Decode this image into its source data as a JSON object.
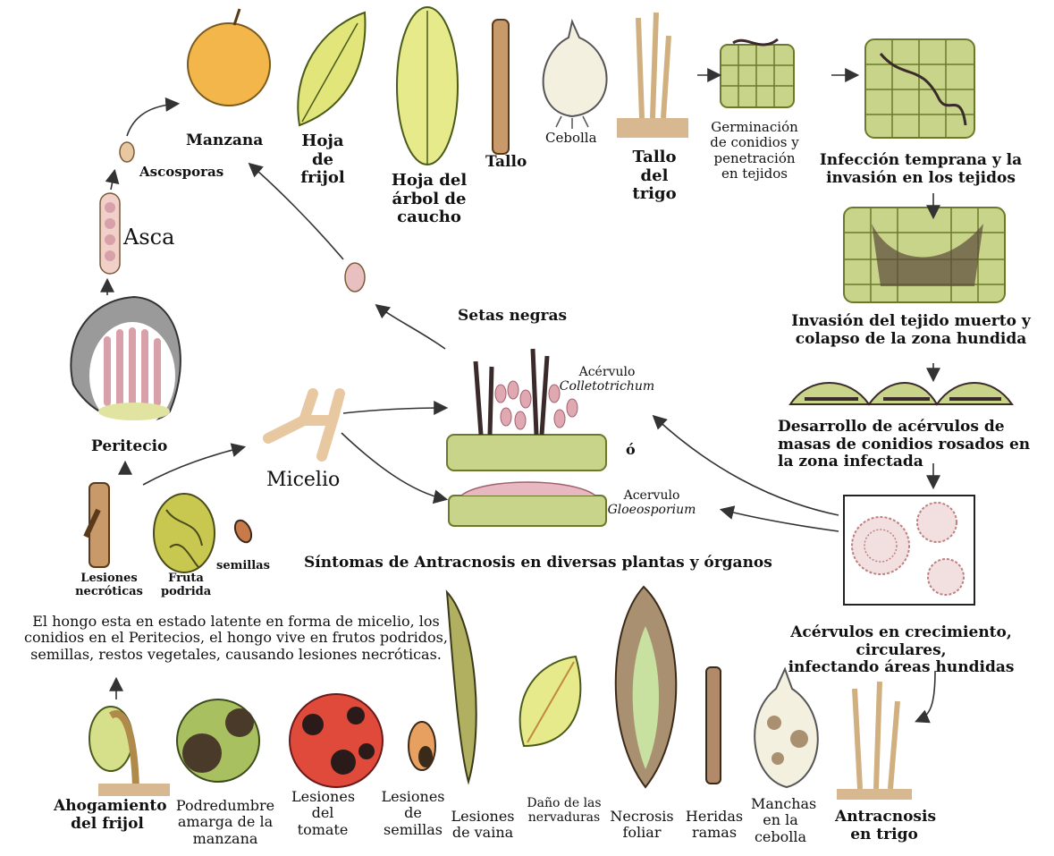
{
  "colors": {
    "skin": "#e8c8a0",
    "pink": "#d8a0a8",
    "cell": "#c8d48a",
    "cellEdge": "#6b7a2a",
    "dark": "#3a2a2a",
    "leaf": "#d6e08a",
    "apple": "#f2b64a",
    "tomato": "#e04a3a",
    "arrow": "#333333"
  },
  "top_row": {
    "manzana": "Manzana",
    "hoja_frijol": "Hoja\nde\nfrijol",
    "hoja_caucho": "Hoja del\nárbol de\ncaucho",
    "tallo": "Tallo",
    "cebolla": "Cebolla",
    "tallo_trigo": "Tallo\ndel\ntrigo",
    "germinacion": "Germinación\nde conidios y\npenetración\nen tejidos",
    "infeccion": "Infección temprana y la\ninvasión en los tejidos"
  },
  "cycle": {
    "ascosporas": "Ascosporas",
    "asca": "Asca",
    "peritecio": "Peritecio",
    "micelio": "Micelio",
    "setas": "Setas negras",
    "acervulo1_label": "Acérvulo",
    "acervulo1_genus": "Colletotrichum",
    "o": "ó",
    "acervulo2_label": "Acervulo",
    "acervulo2_genus": "Gloeosporium",
    "lesiones": "Lesiones\nnecróticas",
    "fruta": "Fruta\npodrida",
    "semillas": "semillas"
  },
  "right_column": {
    "invasion": "Invasión del tejido muerto y\ncolapso de la zona hundida",
    "desarrollo": "Desarrollo de acérvulos de\nmasas de conidios rosados en\nla zona infectada",
    "crecimiento": "Acérvulos en crecimiento, circulares,\ninfectando áreas hundidas"
  },
  "symptoms_title": "Síntomas de Antracnosis en diversas plantas y órganos",
  "latent_text": "El hongo esta en estado latente en forma de micelio, los\nconidios en el Peritecios, el hongo vive en frutos podridos,\nsemillas, restos vegetales, causando lesiones necróticas.",
  "bottom_row": {
    "ahogamiento": "Ahogamiento\ndel frijol",
    "podredumbre": "Podredumbre\namarga de la\nmanzana",
    "tomate": "Lesiones\ndel\ntomate",
    "semillas": "Lesiones\nde\nsemillas",
    "vaina": "Lesiones\nde vaina",
    "nervaduras": "Daño de las\nnervaduras",
    "necrosis": "Necrosis\nfoliar",
    "heridas": "Heridas\nramas",
    "manchas": "Manchas\nen la\ncebolla",
    "trigo": "Antracnosis\nen trigo"
  }
}
